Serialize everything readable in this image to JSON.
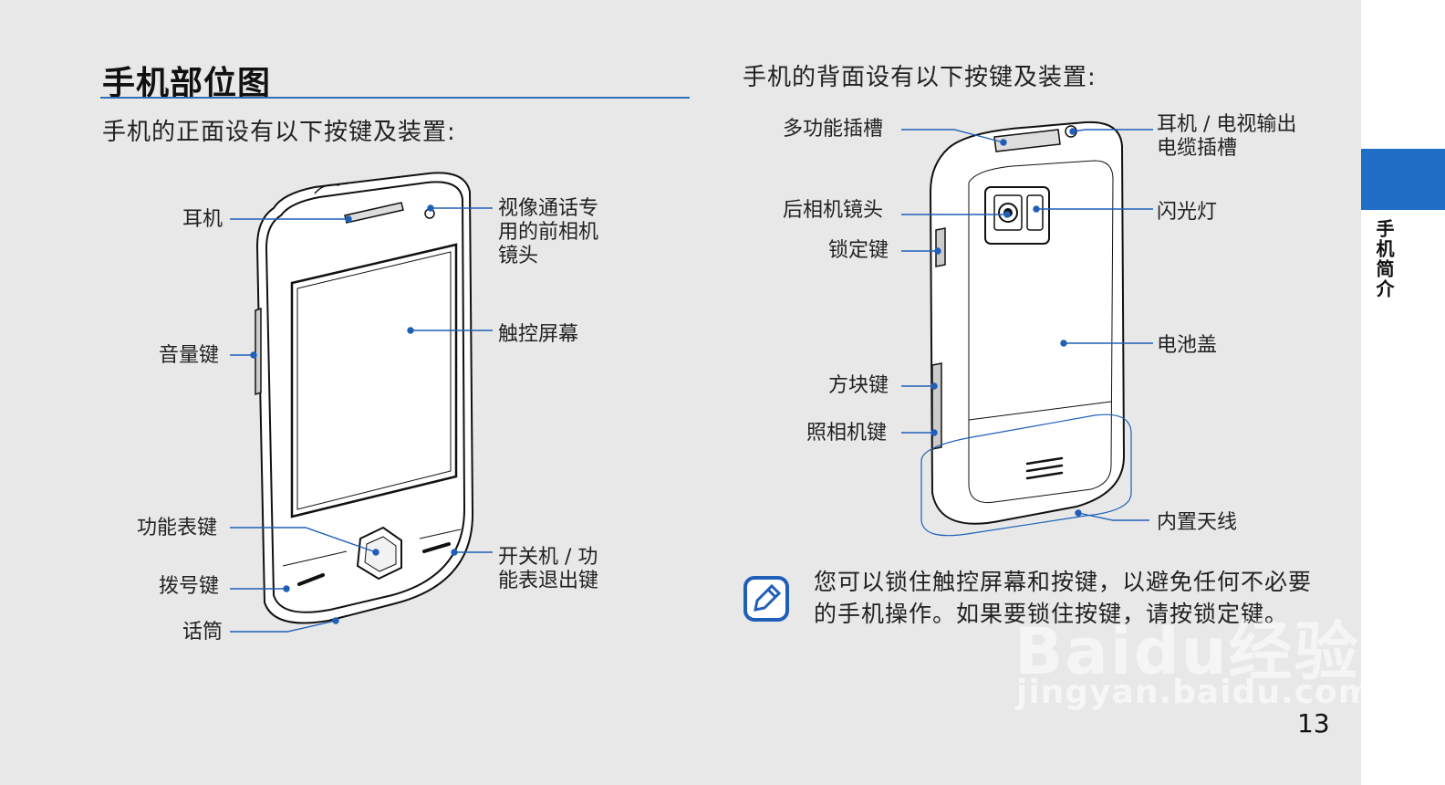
{
  "section_title": "手机部位图",
  "front": {
    "intro": "手机的正面设有以下按键及装置:",
    "labels": {
      "earpiece": "耳机",
      "front_camera": "视像通话专\n用的前相机\n镜头",
      "volume": "音量键",
      "touchscreen": "触控屏幕",
      "menu_key": "功能表键",
      "power_key": "开关机 / 功\n能表退出键",
      "dial_key": "拨号键",
      "mic": "话筒"
    }
  },
  "back": {
    "intro": "手机的背面设有以下按键及装置:",
    "labels": {
      "multi_jack": "多功能插槽",
      "headset_jack": "耳机 / 电视输出\n电缆插槽",
      "rear_camera": "后相机镜头",
      "flash": "闪光灯",
      "lock_key": "锁定键",
      "battery_cover": "电池盖",
      "cube_key": "方块键",
      "camera_key": "照相机键",
      "antenna": "内置天线"
    }
  },
  "note": {
    "icon": "note-pencil-icon",
    "text": "您可以锁住触控屏幕和按键，以避免任何不必要的手机操作。如果要锁住按键，请按锁定键。"
  },
  "side_tab": {
    "label": "手机简介",
    "color": "#1f6fc6"
  },
  "watermark": {
    "logo": "Baidu经验",
    "url": "jingyan.baidu.com"
  },
  "page_number": "13",
  "colors": {
    "leader_line": "#1f5fb8",
    "title_rule": "#2d6fb6"
  }
}
